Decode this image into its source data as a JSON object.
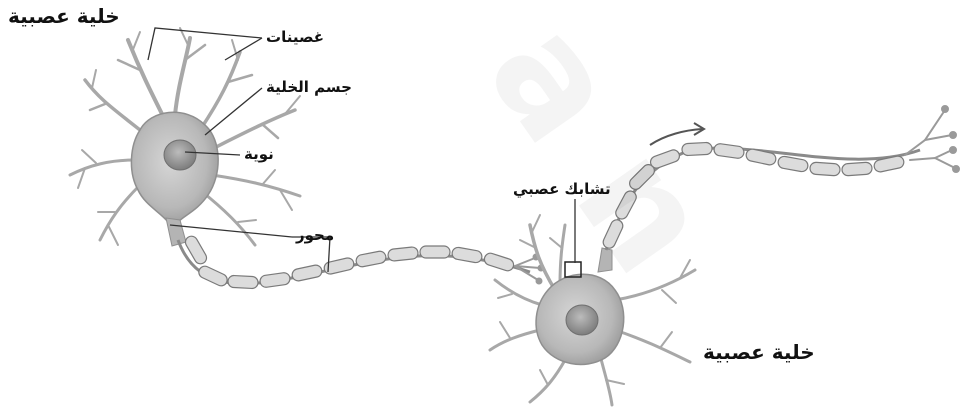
{
  "labels": {
    "neuron_top": "خلية عصبية",
    "dendrites": "غصينات",
    "cell_body": "جسم الخلية",
    "nucleus": "نوية",
    "axon": "محور",
    "synapse": "تشابك عصبي",
    "neuron_bottom": "خلية عصبية"
  },
  "colors": {
    "cell_fill": "#bdbdbd",
    "cell_dark": "#8f8f8f",
    "myelin": "#dcdcdc",
    "myelin_stroke": "#7a7a7a",
    "line": "#333333",
    "text": "#111111"
  },
  "icons": [
    "signal-direction-arrow-icon",
    "synapse-box-icon"
  ]
}
